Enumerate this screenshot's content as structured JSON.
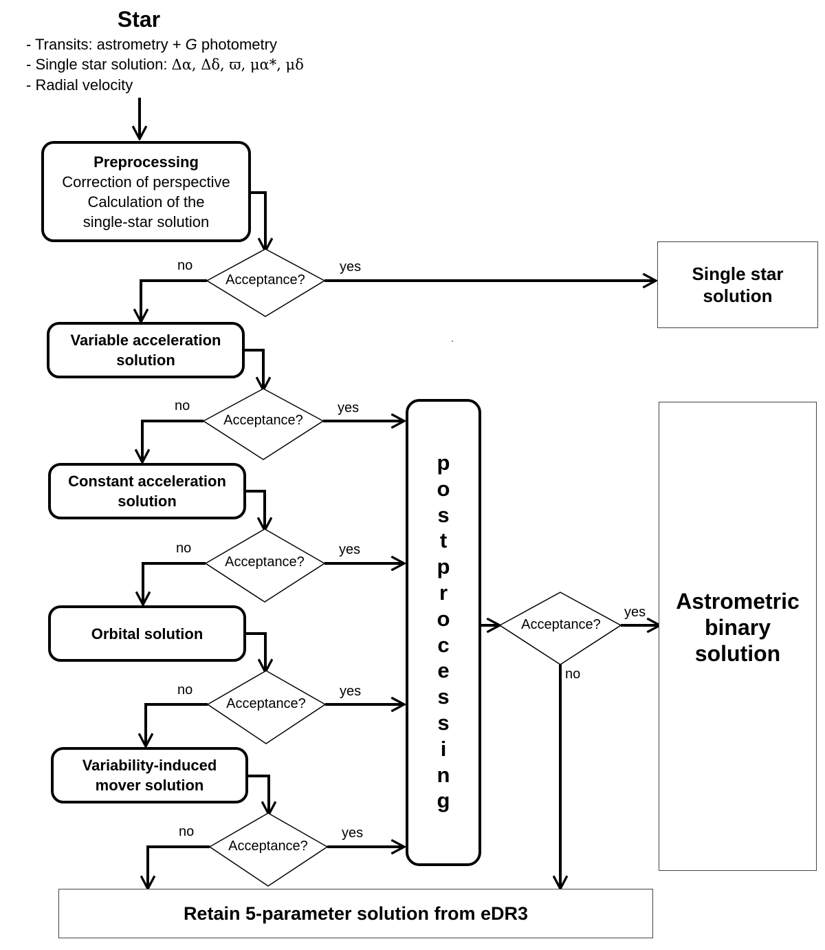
{
  "star": {
    "title": "Star",
    "line1_prefix": "- Transits: astrometry + ",
    "line1_italic": "G",
    "line1_suffix": " photometry",
    "line2_prefix": "- Single star solution: ",
    "line2_symbols": "Δα, Δδ, ϖ, μα*, μδ",
    "line3": "- Radial velocity"
  },
  "preprocessing": {
    "title": "Preprocessing",
    "line1": "Correction of perspective",
    "line2": "Calculation of the",
    "line3": "single-star solution"
  },
  "solutions": [
    {
      "line1": "Variable acceleration",
      "line2": "solution"
    },
    {
      "line1": "Constant acceleration",
      "line2": "solution"
    },
    {
      "line1": "Orbital solution",
      "line2": ""
    },
    {
      "line1": "Variability-induced",
      "line2": "mover solution"
    }
  ],
  "decision": {
    "label": "Acceptance?",
    "yes": "yes",
    "no": "no"
  },
  "single_star_box": {
    "line1": "Single star",
    "line2": "solution"
  },
  "astrometric_box": {
    "line1": "Astrometric",
    "line2": "binary",
    "line3": "solution"
  },
  "postprocessing_letters": [
    "p",
    "o",
    "s",
    "t",
    "p",
    "r",
    "o",
    "c",
    "e",
    "s",
    "s",
    "i",
    "n",
    "g"
  ],
  "retain_box": {
    "label": "Retain 5-parameter solution from eDR3"
  }
}
